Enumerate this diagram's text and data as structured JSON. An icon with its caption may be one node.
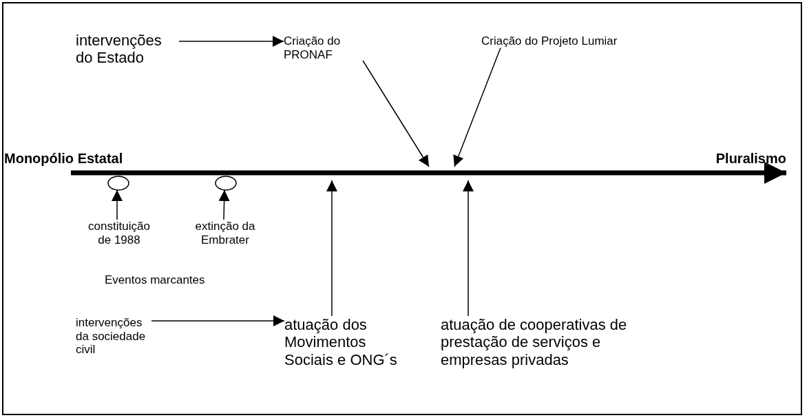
{
  "diagram": {
    "nodes": [
      {
        "text": [
          "intervenções do Estado"
        ]
      },
      {
        "text": [
          "Criação do PRONAF"
        ]
      },
      {
        "text": [
          "Criação do Projeto Lumiar"
        ]
      },
      {
        "text": [
          "Monopólio Estatal"
        ]
      },
      {
        "text": [
          "Pluralismo"
        ]
      },
      {
        "text": [],
        "shape": "circle"
      },
      {
        "text": [],
        "shape": "circle"
      },
      {
        "text": [
          "constituição de 1988"
        ]
      },
      {
        "text": [
          "extinção da Embrater"
        ]
      },
      {
        "text": [
          "intervenções da sociedade civil"
        ]
      },
      {
        "text": [
          "atuação dos Movimentos Sociais e ONG´s"
        ]
      },
      {
        "text": [
          "atuação de cooperativas de prestação de serviços e empresas privadas"
        ]
      }
    ],
    "edges": [
      {
        "from": 0,
        "to": 1,
        "arrow": "to"
      },
      {
        "from": 1,
        "to": null,
        "arrow": "to"
      },
      {
        "from": 2,
        "to": null,
        "arrow": "to"
      },
      {
        "from": 3,
        "to": 4,
        "arrow": "to",
        "style": "thick"
      },
      {
        "from": 7,
        "to": 5,
        "arrow": "to"
      },
      {
        "from": 8,
        "to": 6,
        "arrow": "to"
      },
      {
        "from": 10,
        "to": null,
        "arrow": "to"
      },
      {
        "from": 11,
        "to": null,
        "arrow": "to"
      },
      {
        "from": 9,
        "to": 10,
        "arrow": "to"
      }
    ],
    "labels": [
      "Eventos marcantes"
    ]
  }
}
